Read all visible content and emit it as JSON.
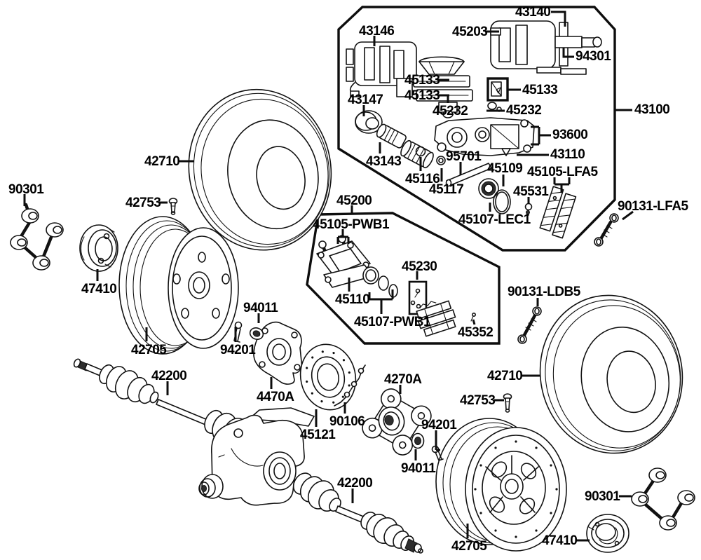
{
  "diagram": {
    "type": "exploded-parts-diagram",
    "subject": "rear wheel, brake and axle assembly",
    "colors": {
      "line": "#111111",
      "background": "#ffffff"
    },
    "labels": [
      {
        "part": "43140",
        "text": "43140"
      },
      {
        "part": "43146",
        "text": "43146"
      },
      {
        "part": "45203",
        "text": "45203"
      },
      {
        "part": "94301",
        "text": "94301"
      },
      {
        "part": "43100",
        "text": "43100"
      },
      {
        "part": "45133",
        "text": "45133"
      },
      {
        "part": "45133",
        "text": "45133"
      },
      {
        "part": "45133",
        "text": "45133"
      },
      {
        "part": "45232",
        "text": "45232"
      },
      {
        "part": "45232",
        "text": "45232"
      },
      {
        "part": "93600",
        "text": "93600"
      },
      {
        "part": "43110",
        "text": "43110"
      },
      {
        "part": "95701",
        "text": "95701"
      },
      {
        "part": "45109",
        "text": "45109"
      },
      {
        "part": "45105-LFA5",
        "text": "45105-LFA5"
      },
      {
        "part": "45116",
        "text": "45116"
      },
      {
        "part": "45117",
        "text": "45117"
      },
      {
        "part": "45531",
        "text": "45531"
      },
      {
        "part": "45107-LEC1",
        "text": "45107-LEC1"
      },
      {
        "part": "90131-LFA5",
        "text": "90131-LFA5"
      },
      {
        "part": "43147",
        "text": "43147"
      },
      {
        "part": "43143",
        "text": "43143"
      },
      {
        "part": "42710",
        "text": "42710"
      },
      {
        "part": "42753",
        "text": "42753"
      },
      {
        "part": "90301",
        "text": "90301"
      },
      {
        "part": "47410",
        "text": "47410"
      },
      {
        "part": "42705",
        "text": "42705"
      },
      {
        "part": "45200",
        "text": "45200"
      },
      {
        "part": "45105-PWB1",
        "text": "45105-PWB1"
      },
      {
        "part": "45110",
        "text": "45110"
      },
      {
        "part": "45230",
        "text": "45230"
      },
      {
        "part": "45107-PWB1",
        "text": "45107-PWB1"
      },
      {
        "part": "45352",
        "text": "45352"
      },
      {
        "part": "90131-LDB5",
        "text": "90131-LDB5"
      },
      {
        "part": "94011",
        "text": "94011"
      },
      {
        "part": "94201",
        "text": "94201"
      },
      {
        "part": "4470A",
        "text": "4470A"
      },
      {
        "part": "42200",
        "text": "42200"
      },
      {
        "part": "45121",
        "text": "45121"
      },
      {
        "part": "90106",
        "text": "90106"
      },
      {
        "part": "4270A",
        "text": "4270A"
      },
      {
        "part": "94201",
        "text": "94201"
      },
      {
        "part": "94011",
        "text": "94011"
      },
      {
        "part": "42200",
        "text": "42200"
      },
      {
        "part": "42710",
        "text": "42710"
      },
      {
        "part": "42753",
        "text": "42753"
      },
      {
        "part": "90301",
        "text": "90301"
      },
      {
        "part": "47410",
        "text": "47410"
      },
      {
        "part": "42705",
        "text": "42705"
      }
    ]
  }
}
